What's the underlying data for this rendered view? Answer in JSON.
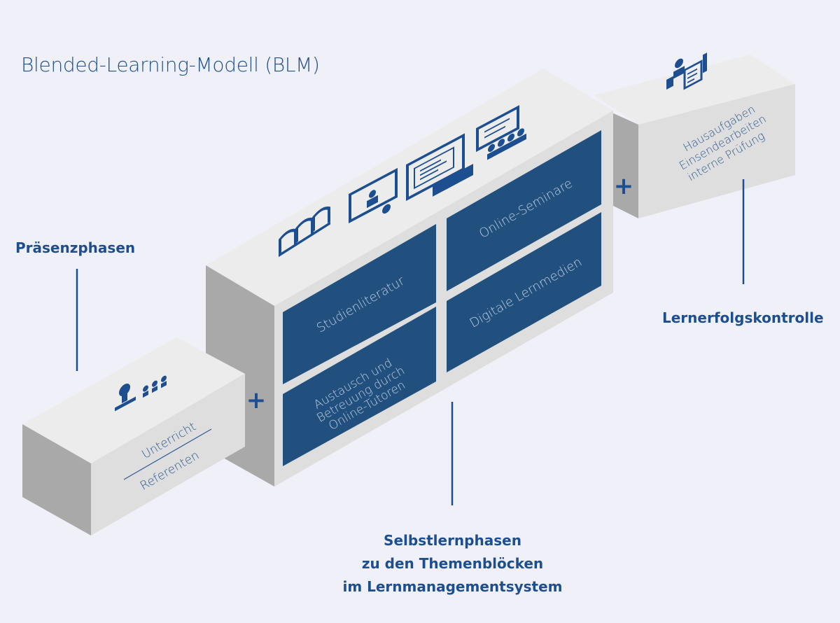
{
  "title": "Blended-Learning-Modell (BLM)",
  "phases": {
    "presence": "Präsenzphasen",
    "self_study": [
      "Selbstlernphasen",
      "zu den Themenblöcken",
      "im Lernmanagementsystem"
    ],
    "control": "Lernerfolgskontrolle"
  },
  "left_box": {
    "line1": "Unterricht",
    "line2": "Referenten"
  },
  "center_panels": {
    "p1": "Studienliteratur",
    "p2": "Online-Seminare",
    "p3": [
      "Austausch und",
      "Betreuung durch",
      "Online-Tutoren"
    ],
    "p4": "Digitale Lernmedien"
  },
  "right_box": [
    "Hausaufgaben",
    "Einsendearbeiten",
    "interne Prüfung"
  ],
  "plus": "+",
  "colors": {
    "accent": "#1d4e8f",
    "panel": "#22507e",
    "box_top": "#ececec",
    "box_front": "#dcdcdc",
    "box_side": "#a8a8a8"
  },
  "icons": [
    "teacher-students-icon",
    "books-icon",
    "presentation-screen-icon",
    "laptop-icon",
    "online-seminar-icon",
    "homework-icon"
  ]
}
